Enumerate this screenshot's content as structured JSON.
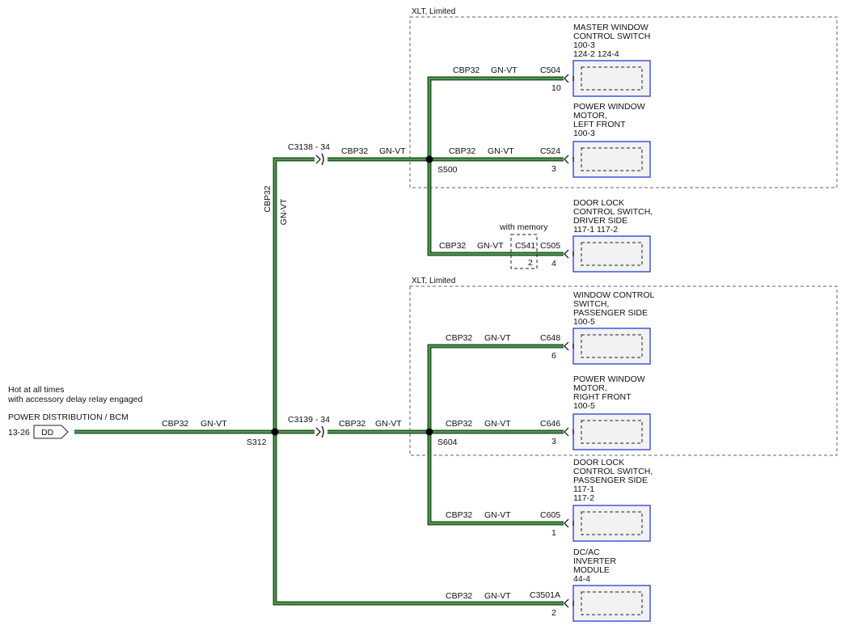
{
  "source": {
    "note_line1": "Hot at all times",
    "note_line2": "with accessory delay relay engaged",
    "name": "POWER DISTRIBUTION / BCM",
    "ref": "13-26",
    "tag": "DD"
  },
  "circuit": "CBP32",
  "color": "GN-VT",
  "splices": {
    "main": "S312",
    "upper": "S500",
    "lower": "S604"
  },
  "inline_connectors": {
    "upper": "C3138 - 34",
    "lower": "C3139 - 34"
  },
  "groups": {
    "upper": "XLT, Limited",
    "lower": "XLT, Limited"
  },
  "memory_option": {
    "label": "with memory",
    "connector": "C541",
    "pin": "2"
  },
  "components": [
    {
      "lines": [
        "MASTER WINDOW",
        "CONTROL SWITCH",
        "100-3",
        "124-2     124-4"
      ],
      "connector": "C504",
      "pin": "10"
    },
    {
      "lines": [
        "POWER WINDOW",
        "MOTOR,",
        "LEFT FRONT",
        "100-3"
      ],
      "connector": "C524",
      "pin": "3"
    },
    {
      "lines": [
        "DOOR LOCK",
        "CONTROL SWITCH,",
        "DRIVER SIDE",
        "117-1     117-2"
      ],
      "connector": "C505",
      "pin": "4"
    },
    {
      "lines": [
        "WINDOW CONTROL",
        "SWITCH,",
        "PASSENGER SIDE",
        "100-5"
      ],
      "connector": "C648",
      "pin": "6"
    },
    {
      "lines": [
        "POWER WINDOW",
        "MOTOR,",
        "RIGHT FRONT",
        "100-5"
      ],
      "connector": "C646",
      "pin": "3"
    },
    {
      "lines": [
        "DOOR LOCK",
        "CONTROL SWITCH,",
        "PASSENGER SIDE",
        "117-1",
        "117-2"
      ],
      "connector": "C605",
      "pin": "1"
    },
    {
      "lines": [
        "DC/AC",
        "INVERTER",
        "MODULE",
        "44-4"
      ],
      "connector": "C3501A",
      "pin": "2"
    }
  ]
}
